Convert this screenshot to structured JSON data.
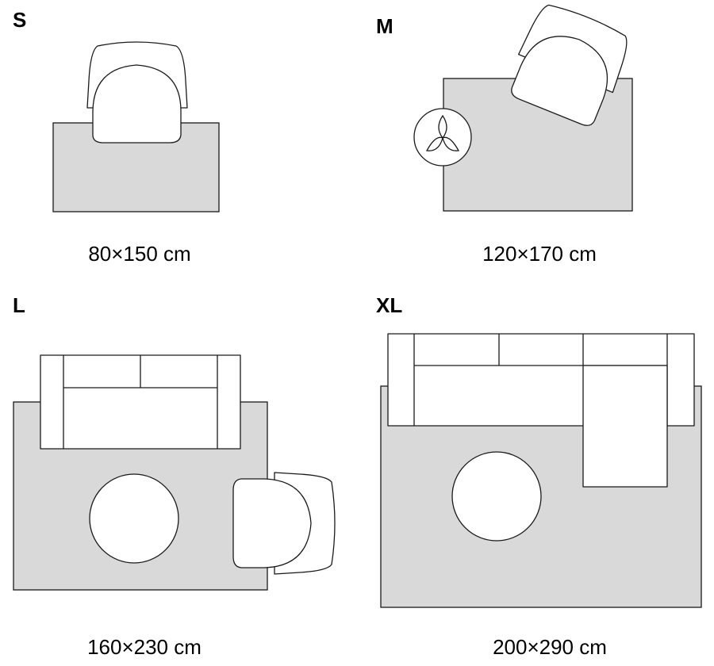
{
  "colors": {
    "rug": "#d9d9d9",
    "ink": "#1a1a1a",
    "background": "#ffffff"
  },
  "panels": {
    "s": {
      "size": "S",
      "dimensions": "80×150 cm"
    },
    "m": {
      "size": "M",
      "dimensions": "120×170 cm"
    },
    "l": {
      "size": "L",
      "dimensions": "160×230 cm"
    },
    "xl": {
      "size": "XL",
      "dimensions": "200×290 cm"
    }
  }
}
